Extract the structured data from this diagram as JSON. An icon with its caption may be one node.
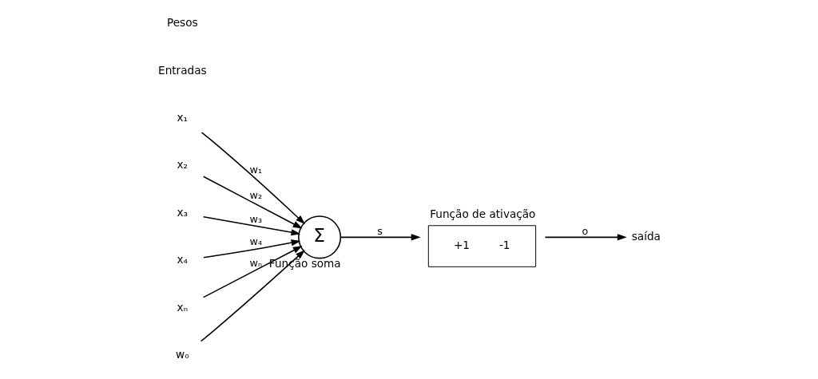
{
  "diagram": {
    "nodes": [
      {
        "text": [
          "x₁"
        ]
      },
      {
        "text": [
          "x₂"
        ]
      },
      {
        "text": [
          "x₃"
        ]
      },
      {
        "text": [
          "x₄"
        ]
      },
      {
        "text": [
          "xₙ"
        ]
      },
      {
        "text": [
          "w₀"
        ]
      },
      {
        "text": [
          "Σ"
        ],
        "beside": [
          "Função soma"
        ]
      },
      {
        "text": [
          "Função de ativação",
          "+1",
          "-1"
        ]
      },
      {
        "text": [
          "saída"
        ]
      }
    ],
    "edges": [
      {
        "from": 0,
        "to": 6,
        "arrow": "to",
        "label": "w₁"
      },
      {
        "from": 1,
        "to": 6,
        "arrow": "to",
        "label": "w₂"
      },
      {
        "from": 2,
        "to": 6,
        "arrow": "to",
        "label": "w₃"
      },
      {
        "from": 3,
        "to": 6,
        "arrow": "to",
        "label": "w₄"
      },
      {
        "from": 4,
        "to": 6,
        "arrow": "to",
        "label": "wₙ"
      },
      {
        "from": 5,
        "to": 6,
        "arrow": "to"
      },
      {
        "from": 6,
        "to": 7,
        "arrow": "to",
        "label": "s"
      },
      {
        "from": 7,
        "to": 8,
        "arrow": "to",
        "label": "o"
      }
    ],
    "labels": [
      "Entradas",
      "Pesos"
    ]
  }
}
